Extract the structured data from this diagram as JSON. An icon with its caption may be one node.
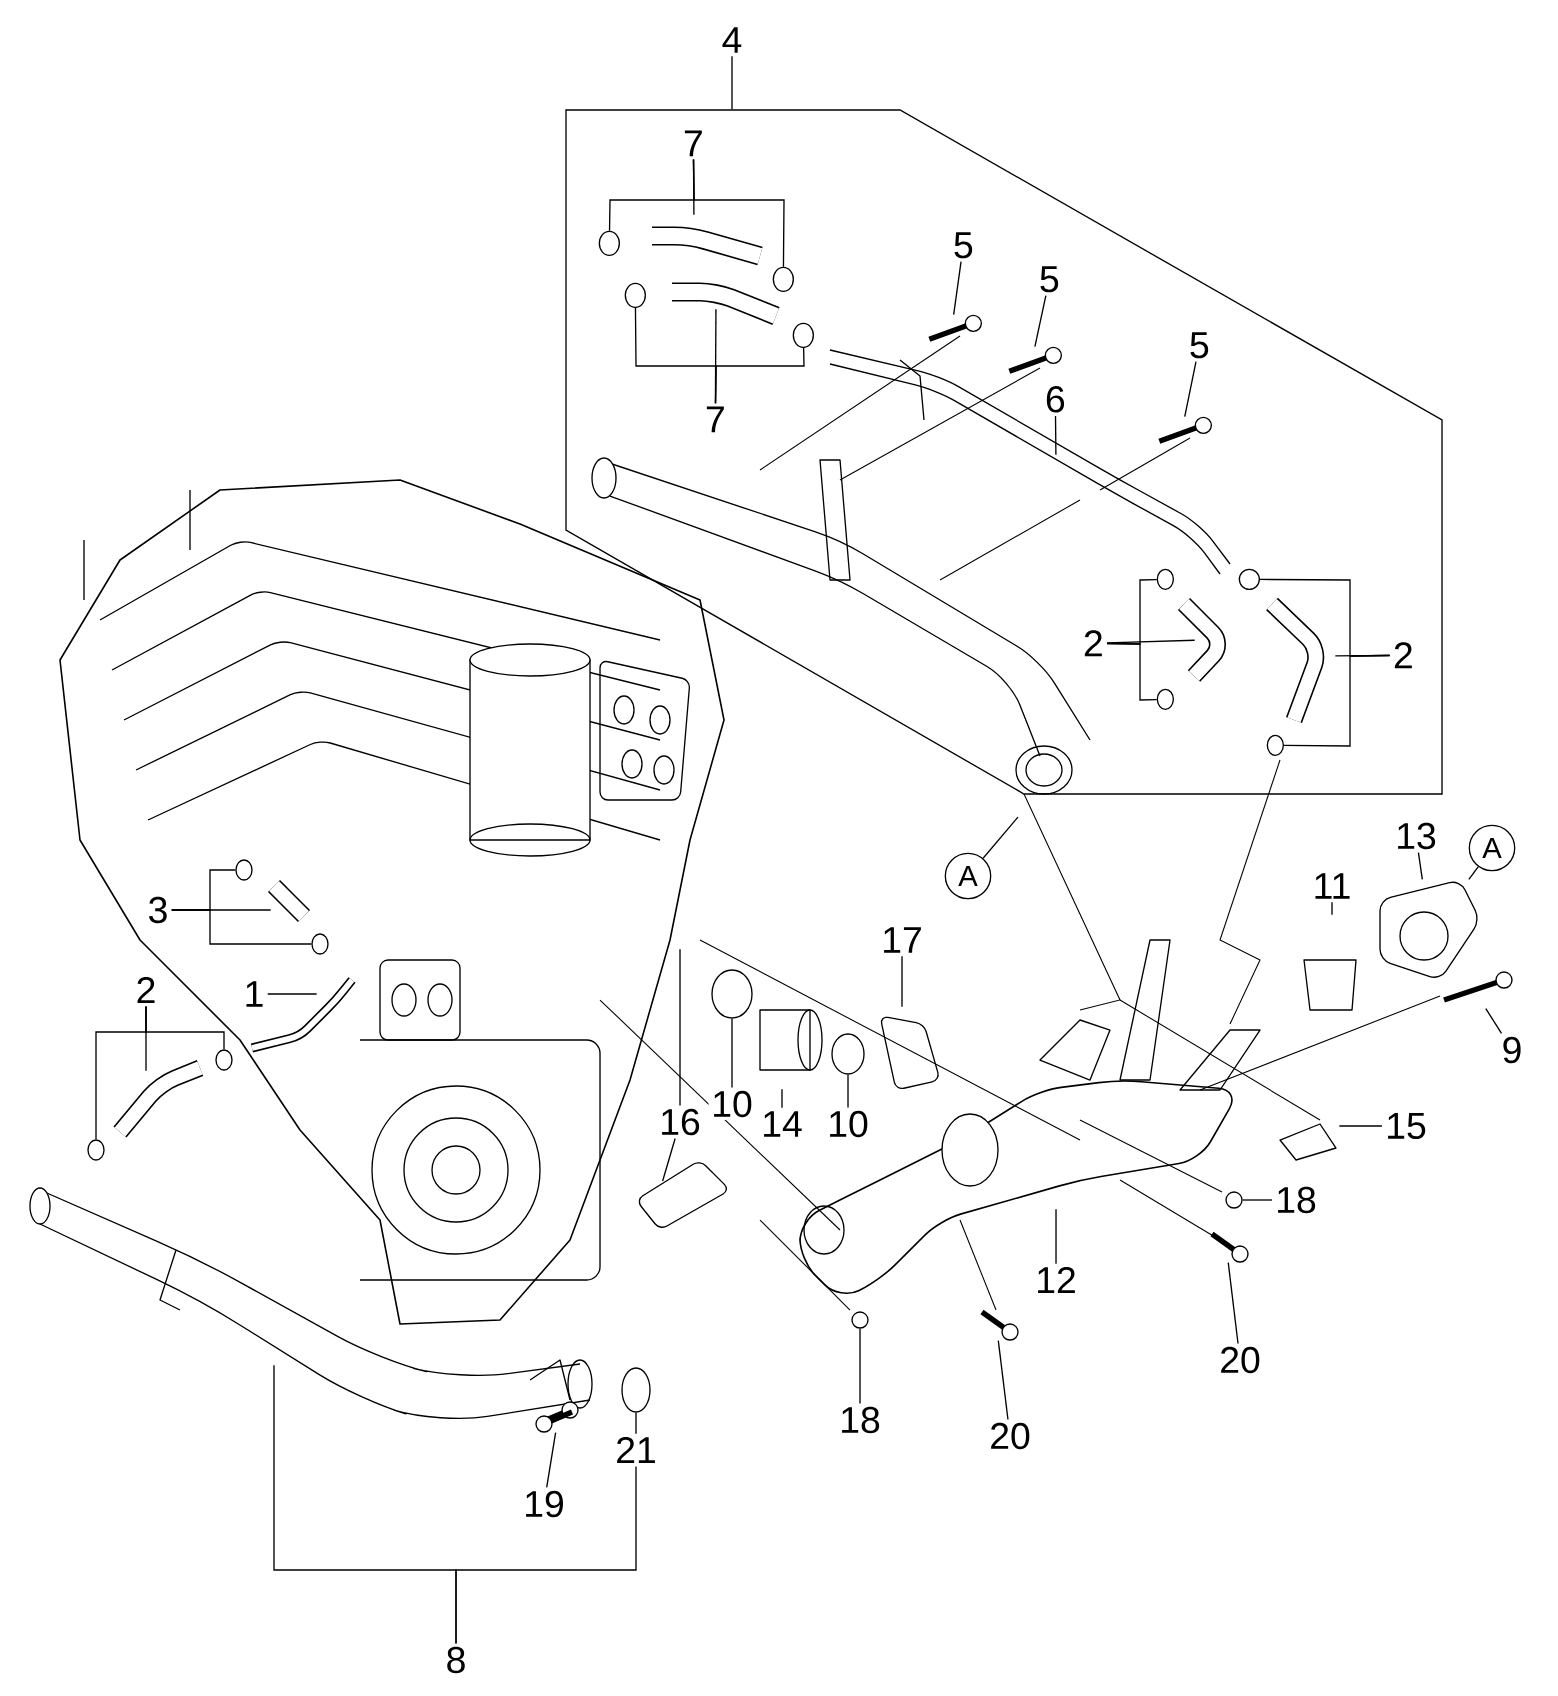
{
  "diagram": {
    "nodes": [
      {
        "text": [
          "4"
        ]
      },
      {
        "text": [],
        "shape": "box"
      },
      {
        "text": [
          "7"
        ],
        "in": 1
      },
      {
        "text": [
          "5"
        ],
        "in": 1
      },
      {
        "text": [
          "5"
        ],
        "in": 1
      },
      {
        "text": [
          "5"
        ],
        "in": 1
      },
      {
        "text": [
          "7"
        ],
        "in": 1
      },
      {
        "text": [
          "6"
        ],
        "in": 1
      },
      {
        "text": [
          "2"
        ],
        "in": 1
      },
      {
        "text": [
          "2"
        ],
        "in": 1
      },
      {
        "text": [
          "A"
        ]
      },
      {
        "text": [
          "13"
        ]
      },
      {
        "text": [
          "A"
        ]
      },
      {
        "text": [
          "11"
        ]
      },
      {
        "text": [
          "3"
        ]
      },
      {
        "text": [
          "17"
        ]
      },
      {
        "text": [
          "2"
        ]
      },
      {
        "text": [
          "1"
        ]
      },
      {
        "text": [
          "9"
        ]
      },
      {
        "text": [
          "10"
        ]
      },
      {
        "text": [
          "16"
        ]
      },
      {
        "text": [
          "14"
        ]
      },
      {
        "text": [
          "10"
        ]
      },
      {
        "text": [
          "15"
        ]
      },
      {
        "text": [
          "18"
        ]
      },
      {
        "text": [
          "12"
        ]
      },
      {
        "text": [
          "20"
        ]
      },
      {
        "text": [
          "18"
        ]
      },
      {
        "text": [
          "20"
        ]
      },
      {
        "text": [
          "21"
        ]
      },
      {
        "text": [
          "19"
        ]
      },
      {
        "text": [
          "8"
        ]
      },
      {
        "text": [],
        "shape": "circle",
        "in": 1
      },
      {
        "text": [],
        "shape": "circle",
        "in": 1
      },
      {
        "text": [],
        "shape": "picture",
        "in": 1
      },
      {
        "text": [],
        "shape": "picture",
        "in": 1
      },
      {
        "text": [],
        "shape": "circle",
        "in": 1
      },
      {
        "text": [],
        "shape": "circle",
        "in": 1
      },
      {
        "text": [],
        "shape": "picture",
        "in": 1
      },
      {
        "text": [],
        "shape": "circle",
        "in": 1
      },
      {
        "text": [],
        "shape": "circle",
        "in": 1
      },
      {
        "text": [],
        "shape": "circle",
        "in": 1
      },
      {
        "text": [],
        "shape": "circle",
        "in": 1
      },
      {
        "text": [],
        "shape": "picture"
      },
      {
        "text": [],
        "shape": "circle"
      },
      {
        "text": [],
        "shape": "circle"
      },
      {
        "text": [],
        "shape": "picture"
      },
      {
        "text": [],
        "shape": "circle"
      },
      {
        "text": [],
        "shape": "circle"
      },
      {
        "text": [],
        "shape": "circle"
      },
      {
        "text": [],
        "shape": "circle"
      },
      {
        "text": [],
        "shape": "circle"
      },
      {
        "text": [],
        "shape": "picture"
      },
      {
        "text": [],
        "shape": "circle"
      },
      {
        "text": [],
        "shape": "picture"
      },
      {
        "text": [],
        "shape": "circle"
      },
      {
        "text": [],
        "shape": "picture"
      }
    ],
    "edges": [
      {
        "from": 0,
        "to": 1,
        "arrow": "none"
      },
      {
        "from": 2,
        "to": null,
        "arrow": "none"
      },
      {
        "from": 2,
        "to": 32,
        "arrow": "none"
      },
      {
        "from": 2,
        "to": 33,
        "arrow": "none"
      },
      {
        "from": 3,
        "to": 34,
        "arrow": "none"
      },
      {
        "from": 4,
        "to": 35,
        "arrow": "none"
      },
      {
        "from": 5,
        "to": 38,
        "arrow": "none"
      },
      {
        "from": 6,
        "to": null,
        "arrow": "none"
      },
      {
        "from": 6,
        "to": 36,
        "arrow": "none"
      },
      {
        "from": 6,
        "to": 37,
        "arrow": "none"
      },
      {
        "from": 7,
        "to": null,
        "arrow": "none"
      },
      {
        "from": 8,
        "to": null,
        "arrow": "none"
      },
      {
        "from": 8,
        "to": 39,
        "arrow": "none"
      },
      {
        "from": 8,
        "to": 41,
        "arrow": "none"
      },
      {
        "from": 9,
        "to": null,
        "arrow": "none"
      },
      {
        "from": 9,
        "to": 40,
        "arrow": "none"
      },
      {
        "from": 9,
        "to": 42,
        "arrow": "none"
      },
      {
        "from": 10,
        "to": null,
        "arrow": "none"
      },
      {
        "from": 11,
        "to": 43,
        "arrow": "none"
      },
      {
        "from": 12,
        "to": 43,
        "arrow": "none"
      },
      {
        "from": 13,
        "to": null,
        "arrow": "none"
      },
      {
        "from": 14,
        "to": null,
        "arrow": "none"
      },
      {
        "from": 14,
        "to": 44,
        "arrow": "none"
      },
      {
        "from": 14,
        "to": 45,
        "arrow": "none"
      },
      {
        "from": 15,
        "to": null,
        "arrow": "none"
      },
      {
        "from": 16,
        "to": null,
        "arrow": "none"
      },
      {
        "from": 16,
        "to": 50,
        "arrow": "none"
      },
      {
        "from": 16,
        "to": 49,
        "arrow": "none"
      },
      {
        "from": 17,
        "to": null,
        "arrow": "none"
      },
      {
        "from": 18,
        "to": 46,
        "arrow": "none"
      },
      {
        "from": 19,
        "to": 47,
        "arrow": "none"
      },
      {
        "from": 20,
        "to": null,
        "arrow": "none"
      },
      {
        "from": 20,
        "to": null,
        "arrow": "none"
      },
      {
        "from": 21,
        "to": null,
        "arrow": "none"
      },
      {
        "from": 22,
        "to": 48,
        "arrow": "none"
      },
      {
        "from": 23,
        "to": null,
        "arrow": "none"
      },
      {
        "from": 24,
        "to": 51,
        "arrow": "none"
      },
      {
        "from": 25,
        "to": null,
        "arrow": "none"
      },
      {
        "from": 26,
        "to": 52,
        "arrow": "none"
      },
      {
        "from": 27,
        "to": 53,
        "arrow": "none"
      },
      {
        "from": 28,
        "to": 54,
        "arrow": "none"
      },
      {
        "from": 29,
        "to": 55,
        "arrow": "none"
      },
      {
        "from": 30,
        "to": 56,
        "arrow": "none"
      },
      {
        "from": 31,
        "to": null,
        "arrow": "none"
      },
      {
        "from": 31,
        "to": 29,
        "arrow": "none"
      }
    ]
  }
}
